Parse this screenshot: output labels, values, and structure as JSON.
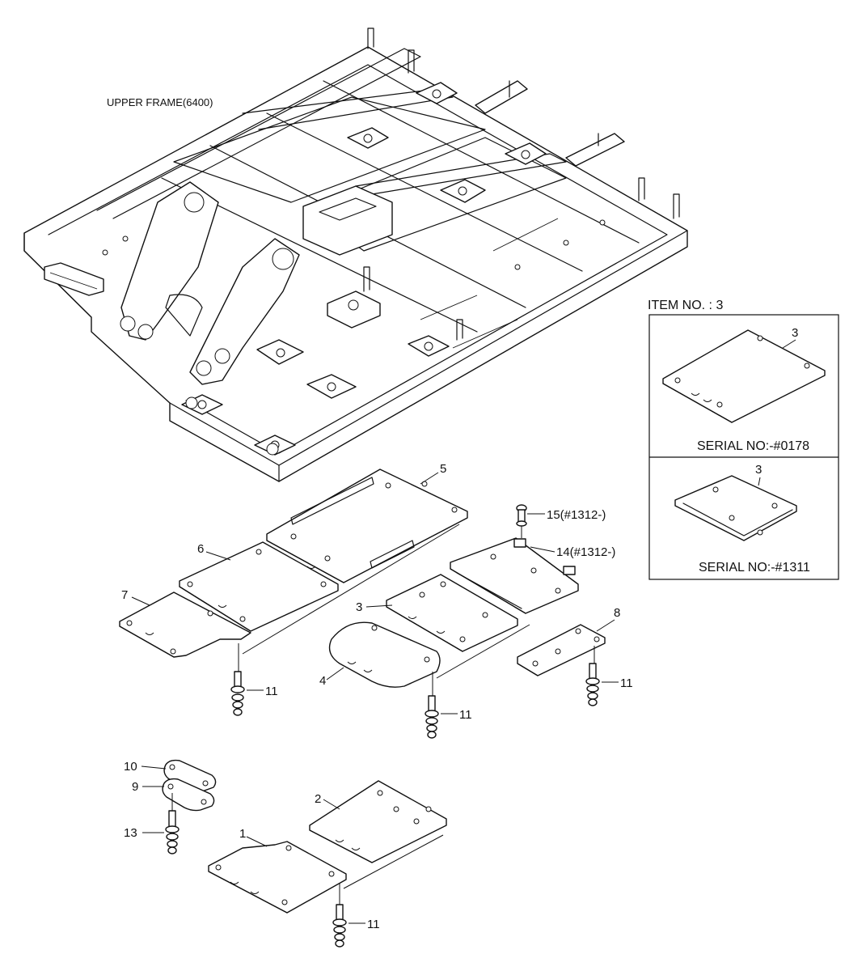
{
  "frame_label": "UPPER FRAME(6400)",
  "inset": {
    "title": "ITEM NO. : 3",
    "top_item": "3",
    "top_serial": "SERIAL NO:-#0178",
    "bottom_item": "3",
    "bottom_serial": "SERIAL NO:-#1311"
  },
  "callouts": {
    "c1": "1",
    "c2": "2",
    "c3": "3",
    "c4": "4",
    "c5": "5",
    "c6": "6",
    "c7": "7",
    "c8": "8",
    "c9": "9",
    "c10": "10",
    "c11a": "11",
    "c11b": "11",
    "c11c": "11",
    "c11d": "11",
    "c13": "13",
    "c14": "14(#1312-)",
    "c15": "15(#1312-)"
  }
}
